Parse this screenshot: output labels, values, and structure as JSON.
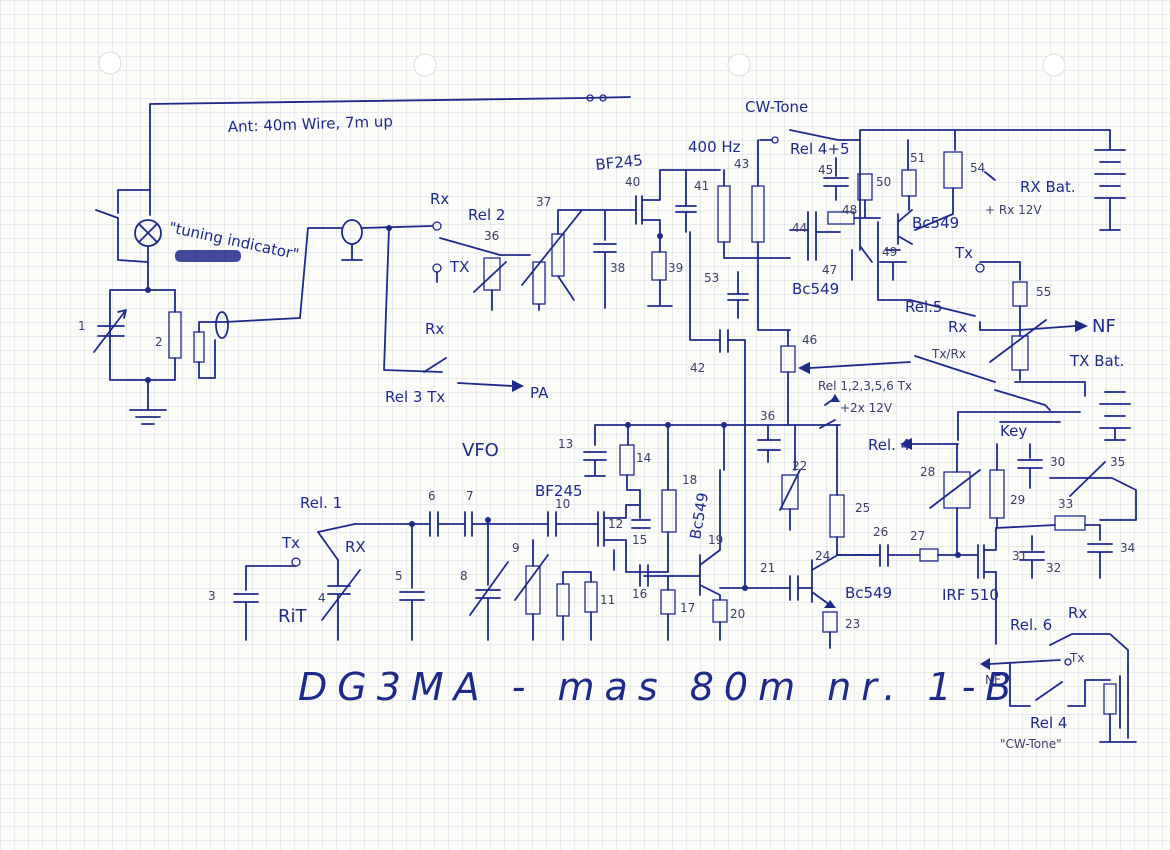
{
  "labels": {
    "antenna": "Ant: 40m Wire, 7m up",
    "tuning_indicator": "\"tuning indicator\"",
    "cw_tone": "CW-Tone",
    "rel45": "Rel 4+5",
    "bf245_top": "BF245",
    "hz400": "400 Hz",
    "rx_bat": "RX Bat.",
    "rx12v": "+ Rx 12V",
    "rel2": "Rel 2",
    "rx_a": "Rx",
    "tx_a": "TX",
    "rx_b": "Rx",
    "rel3tx": "Rel 3 Tx",
    "pa": "PA",
    "bc549_a": "Bc549",
    "bc549_b": "Bc549",
    "tx_top": "Tx",
    "rel5": "Rel.5",
    "rx_c": "Rx",
    "nf": "NF",
    "tx_rx": "Tx/Rx",
    "tx_bat": "TX Bat.",
    "rel_list": "Rel 1,2,3,5,6 Tx",
    "tx12v": "+2x 12V",
    "vfo": "VFO",
    "rel4": "Rel. 4",
    "key": "Key",
    "rel1": "Rel. 1",
    "tx_d": "Tx",
    "rx_d": "RX",
    "rit": "RiT",
    "bf245_bot": "BF245",
    "bc549_c": "Bc549",
    "bc549_d": "Bc549",
    "irf510": "IRF 510",
    "rel6": "Rel. 6",
    "rx_e": "Rx",
    "tx_e": "Tx",
    "nf_bot": "NF",
    "rel4_bot": "Rel 4",
    "cw_tone_bot": "\"CW-Tone\"",
    "title": "DG3MA - mas 80m nr. 1-B"
  },
  "parts": {
    "p1": "1",
    "p2": "2",
    "p3": "3",
    "p4": "4",
    "p5": "5",
    "p6": "6",
    "p7": "7",
    "p8": "8",
    "p9": "9",
    "p10": "10",
    "p11": "11",
    "p12": "12",
    "p13": "13",
    "p14": "14",
    "p15": "15",
    "p16": "16",
    "p17": "17",
    "p18": "18",
    "p19": "19",
    "p20": "20",
    "p21": "21",
    "p22": "22",
    "p23": "23",
    "p24": "24",
    "p25": "25",
    "p26": "26",
    "p27": "27",
    "p28": "28",
    "p29": "29",
    "p30": "30",
    "p31": "31",
    "p32": "32",
    "p33": "33",
    "p34": "34",
    "p35": "35",
    "p36": "36",
    "p36b": "36",
    "p37": "37",
    "p38": "38",
    "p39": "39",
    "p40": "40",
    "p41": "41",
    "p42": "42",
    "p43": "43",
    "p44": "44",
    "p45": "45",
    "p46": "46",
    "p47": "47",
    "p48": "48",
    "p49": "49",
    "p50": "50",
    "p51": "51",
    "p53": "53",
    "p54": "54",
    "p55": "55"
  }
}
